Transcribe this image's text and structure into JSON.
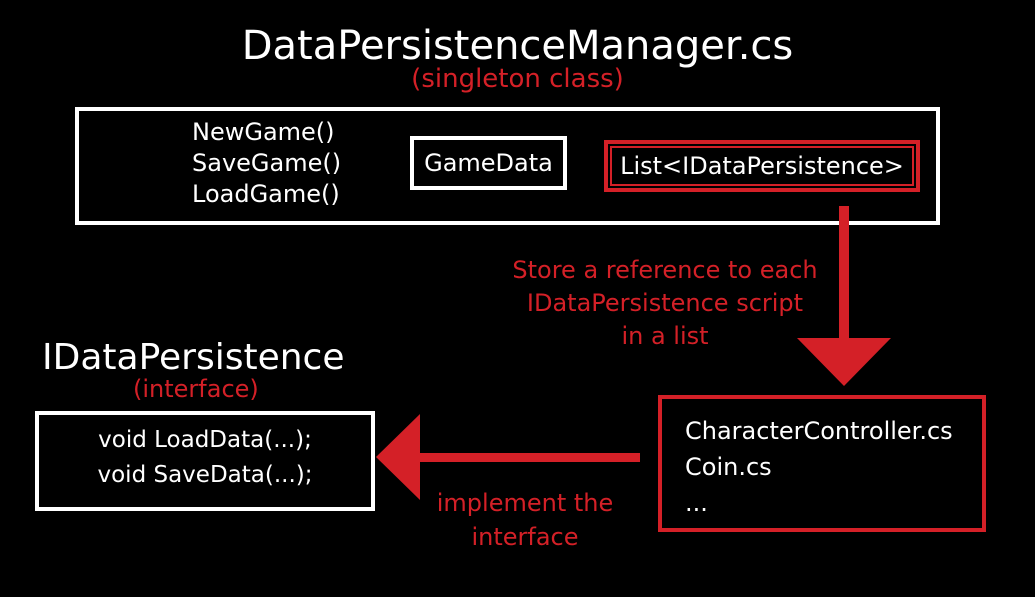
{
  "diagram": {
    "title": "DataPersistenceManager.cs",
    "subtitle": "(singleton class)",
    "manager": {
      "methods": [
        "NewGame()",
        "SaveGame()",
        "LoadGame()"
      ],
      "gamedata_label": "GameData",
      "list_label": "List<IDataPersistence>"
    },
    "store_note": [
      "Store a reference to each",
      "IDataPersistence script",
      "in a list"
    ],
    "interface": {
      "title": "IDataPersistence",
      "subtitle": "(interface)",
      "methods": [
        "void LoadData(...);",
        "void SaveData(...);"
      ]
    },
    "scripts": [
      "CharacterController.cs",
      "Coin.cs",
      "..."
    ],
    "implement_note": [
      "implement the",
      "interface"
    ],
    "colors": {
      "background": "#000000",
      "text": "#ffffff",
      "accent": "#d42027"
    }
  }
}
